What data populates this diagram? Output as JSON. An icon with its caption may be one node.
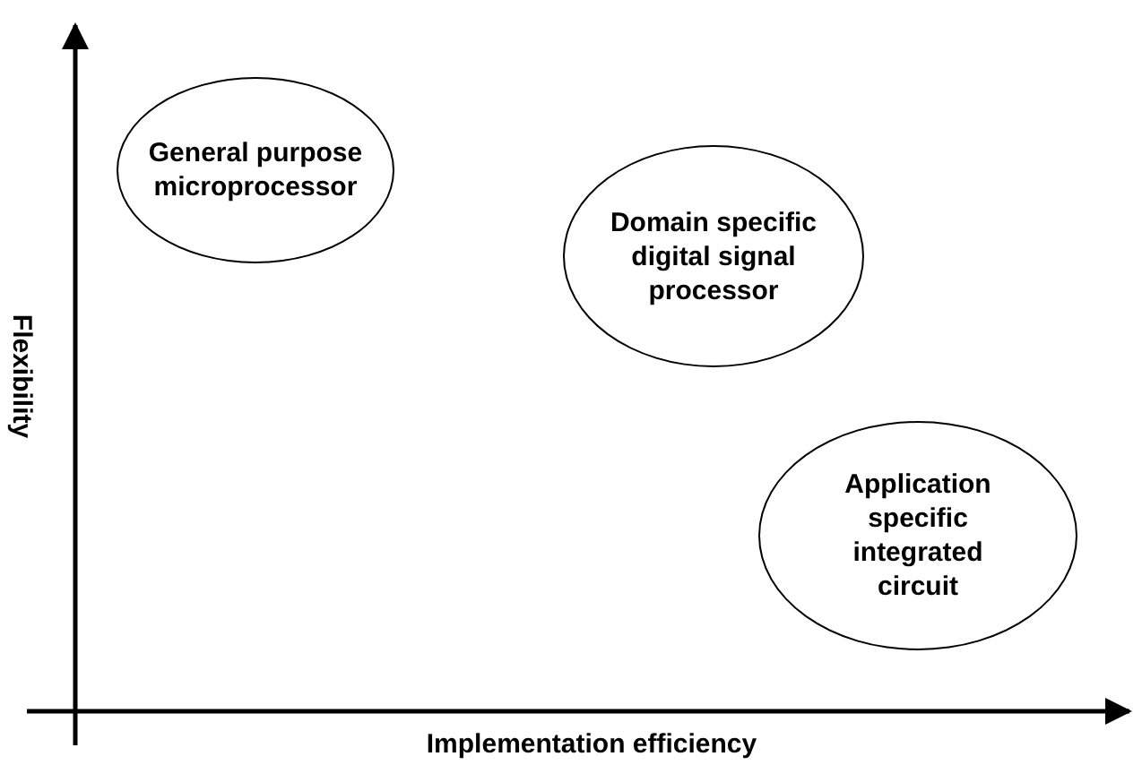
{
  "diagram": {
    "nodes": [
      {
        "text": [
          "General purpose microprocessor"
        ]
      },
      {
        "text": [
          "Domain specific digital signal processor"
        ]
      },
      {
        "text": [
          "Application specific integrated circuit"
        ]
      }
    ],
    "labels": [
      "Flexibility",
      "Implementation efficiency"
    ]
  }
}
